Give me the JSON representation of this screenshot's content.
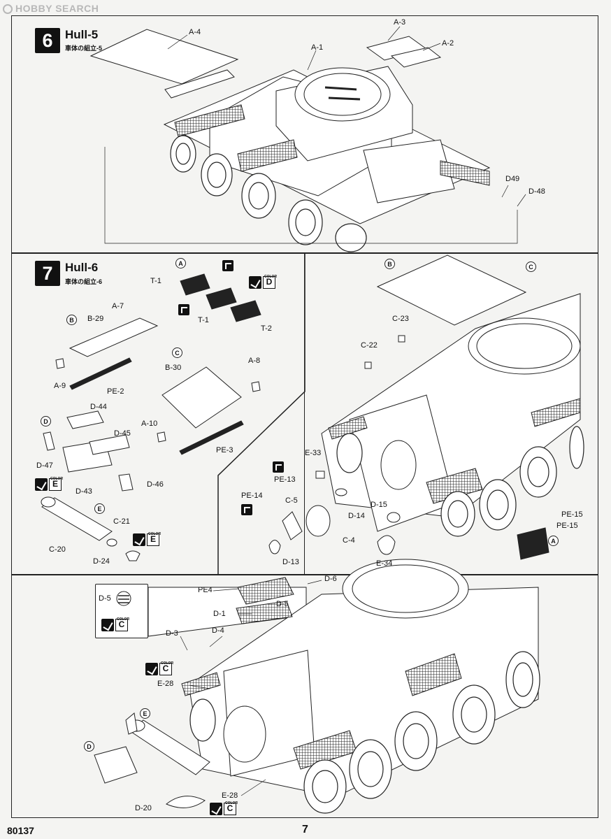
{
  "watermark": "HOBBY SEARCH",
  "footer": {
    "product_code": "80137",
    "page_number": "7"
  },
  "steps": [
    {
      "number": "6",
      "title": "Hull-5",
      "subtitle": "車体の組立-5"
    },
    {
      "number": "7",
      "title": "Hull-6",
      "subtitle": "車体の組立-6"
    }
  ],
  "labels": {
    "a4": "A-4",
    "a1": "A-1",
    "a3": "A-3",
    "a2": "A-2",
    "d49": "D49",
    "d48": "D-48",
    "t1a": "T-1",
    "t1b": "T-1",
    "t2": "T-2",
    "a7": "A-7",
    "b29": "B-29",
    "a9": "A-9",
    "pe2": "PE-2",
    "b30": "B-30",
    "a8": "A-8",
    "a10": "A-10",
    "pe3": "PE-3",
    "d44": "D-44",
    "d45": "D-45",
    "d47": "D-47",
    "d43": "D-43",
    "d46": "D-46",
    "c21": "C-21",
    "c20": "C-20",
    "d24": "D-24",
    "c23": "C-23",
    "c22": "C-22",
    "e33": "E-33",
    "pe13": "PE-13",
    "pe14": "PE-14",
    "c5": "C-5",
    "d14": "D-14",
    "d15": "D-15",
    "c4": "C-4",
    "d13": "D-13",
    "e34": "E-34",
    "pe15a": "PE-15",
    "pe15b": "PE-15",
    "pe4": "PE4",
    "d6": "D-6",
    "d5a": "D-5",
    "d5b": "D-5",
    "d1": "D-1",
    "d3": "D-3",
    "d4": "D-4",
    "e28a": "E-28",
    "e28b": "E-28",
    "d20": "D-20"
  },
  "callouts": {
    "s7_a": "A",
    "s7_b": "B",
    "s7_c": "C",
    "s7_d": "D",
    "s7_e": "E",
    "s7r_b": "B",
    "s7r_c": "C",
    "s7r_a": "A",
    "s8_e": "E",
    "s8_d": "D"
  },
  "colors": {
    "color_label": "COLOR",
    "track": "D",
    "exhaust_bracket": "E",
    "exhaust_pipe": "E",
    "inset_d5": "C",
    "d3_part": "C",
    "e28_part": "C"
  },
  "icons": {
    "paint": "paintbrush-icon",
    "flip": "flip-part-icon",
    "photoetch": "photo-etch-icon"
  }
}
